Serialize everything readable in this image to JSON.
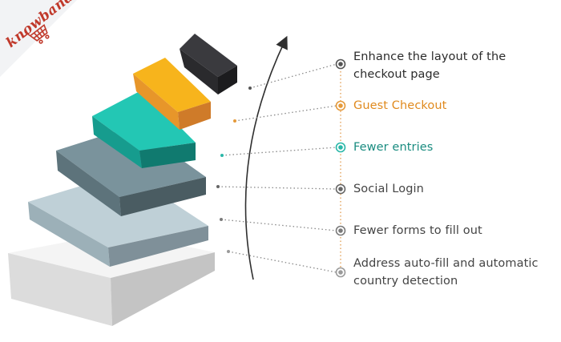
{
  "brand": {
    "name": "knowband",
    "color": "#c0392b"
  },
  "colors": {
    "dark_text": "#2b2b2b",
    "gray_text": "#555555",
    "orange": "#e08a1e",
    "teal": "#1fa89b",
    "block_black": "#2f2f33",
    "block_yellow": "#f5b319",
    "block_teal": "#1cbfae",
    "block_slate": "#6e8891",
    "block_lightslate": "#a4b9c2",
    "block_lightgray": "#dfdfdf"
  },
  "features": [
    {
      "lines": [
        "Enhance the layout of the",
        "checkout page"
      ],
      "color": "#2b2b2b",
      "dot_color": "#555555"
    },
    {
      "lines": [
        "Guest Checkout"
      ],
      "color": "#e08a1e",
      "dot_color": "#e59a3a"
    },
    {
      "lines": [
        "Fewer entries"
      ],
      "color": "#1a8c80",
      "dot_color": "#2ab7a8"
    },
    {
      "lines": [
        "Social Login"
      ],
      "color": "#444444",
      "dot_color": "#666666"
    },
    {
      "lines": [
        "Fewer forms to fill out"
      ],
      "color": "#444444",
      "dot_color": "#7a7a7a"
    },
    {
      "lines": [
        "Address auto-fill and automatic",
        "country detection"
      ],
      "color": "#444444",
      "dot_color": "#9a9a9a"
    }
  ]
}
